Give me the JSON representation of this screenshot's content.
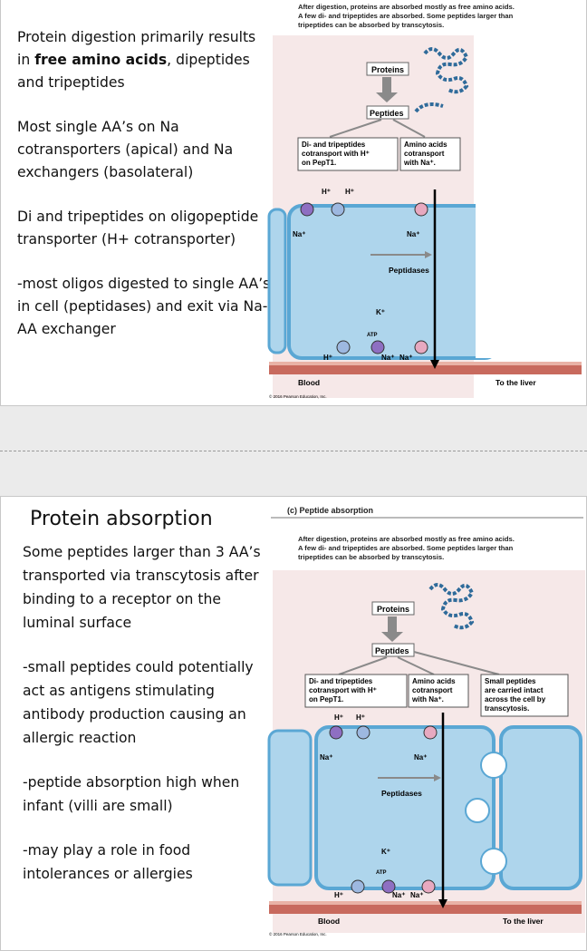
{
  "slide1": {
    "p1": {
      "a": "Protein digestion primarily results in ",
      "bold": "free amino acids",
      "b": ", dipeptides and tripeptides"
    },
    "p2": "Most single AA’s on Na cotransporters (apical) and Na exchangers (basolateral)",
    "p3": "Di and tripeptides on oligopeptide transporter (H+ cotransporter)",
    "p4": "-most oligos digested to single AA’s in cell (peptidases) and exit via Na-AA exchanger",
    "figure": {
      "caption": [
        "After digestion, proteins are absorbed mostly as free amino acids.",
        "A few di- and tripeptides are absorbed. Some peptides larger than",
        "tripeptides can be absorbed by transcytosis."
      ],
      "proteins": "Proteins",
      "peptides": "Peptides",
      "box1": [
        "Di- and tripeptides",
        "cotransport with H⁺",
        "on PepT1."
      ],
      "box2": [
        "Amino acids",
        "cotransport",
        "with Na⁺."
      ],
      "peptidases": "Peptidases",
      "blood": "Blood",
      "liver": "To the liver",
      "copyright": "© 2016 Pearson Education, Inc."
    }
  },
  "slide2": {
    "title": "Protein absorption",
    "p1": "Some peptides larger than 3 AA’s transported via transcytosis after binding to a receptor on the luminal surface",
    "p2": "-small peptides could potentially act as antigens stimulating antibody production causing an allergic reaction",
    "p3": "-peptide absorption high when infant (villi are small)",
    "p4": "-may play a role in food intolerances or allergies",
    "figure": {
      "heading": "(c) Peptide absorption",
      "caption": [
        "After digestion, proteins are absorbed mostly as free amino acids.",
        "A few di- and tripeptides are absorbed. Some peptides larger than",
        "tripeptides can be absorbed by transcytosis."
      ],
      "proteins": "Proteins",
      "peptides": "Peptides",
      "box1": [
        "Di- and tripeptides",
        "cotransport with H⁺",
        "on PepT1."
      ],
      "box2": [
        "Amino acids",
        "cotransport",
        "with Na⁺."
      ],
      "box3": [
        "Small peptides",
        "are carried intact",
        "across the cell by",
        "transcytosis."
      ],
      "peptidases": "Peptidases",
      "blood": "Blood",
      "liver": "To the liver",
      "copyright": "© 2016 Pearson Education, Inc."
    }
  },
  "labels": {
    "h": "H⁺",
    "na": "Na⁺",
    "k": "K⁺",
    "atp": "ATP"
  },
  "colors": {
    "lumen": "#f6e8e8",
    "cell": "#aed5ec",
    "cell_border": "#5aa7d4",
    "blood": "#c86a5e",
    "arrow": "#8a8a8a",
    "peptide": "#2f6b9a"
  }
}
